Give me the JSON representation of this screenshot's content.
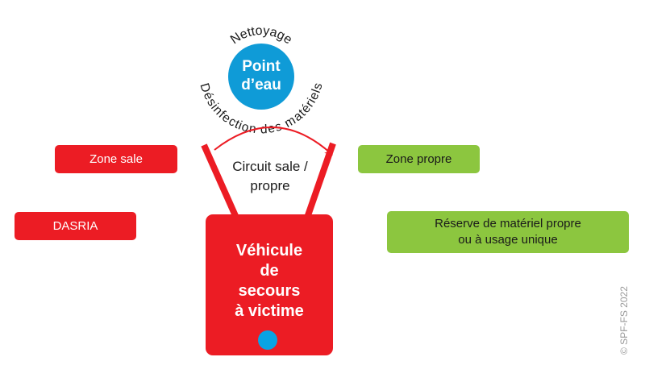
{
  "colors": {
    "red": "#ec1c24",
    "green": "#8cc63f",
    "blue": "#0f9bd7",
    "vehicle_dot": "#0aa3e4"
  },
  "point_eau": {
    "line1": "Point",
    "line2": "d’eau"
  },
  "arc_top": "Nettoyage",
  "arc_bottom": "Désinfection des matériels",
  "circuit": {
    "line1": "Circuit sale /",
    "line2": "propre"
  },
  "zone_sale": "Zone sale",
  "dasria": "DASRIA",
  "zone_propre": "Zone propre",
  "reserve": {
    "line1": "Réserve de matériel propre",
    "line2": "ou à usage unique"
  },
  "vehicle": {
    "line1": "Véhicule",
    "line2": "de",
    "line3": "secours",
    "line4": "à victime"
  },
  "copyright": "© SPF-FS 2022"
}
